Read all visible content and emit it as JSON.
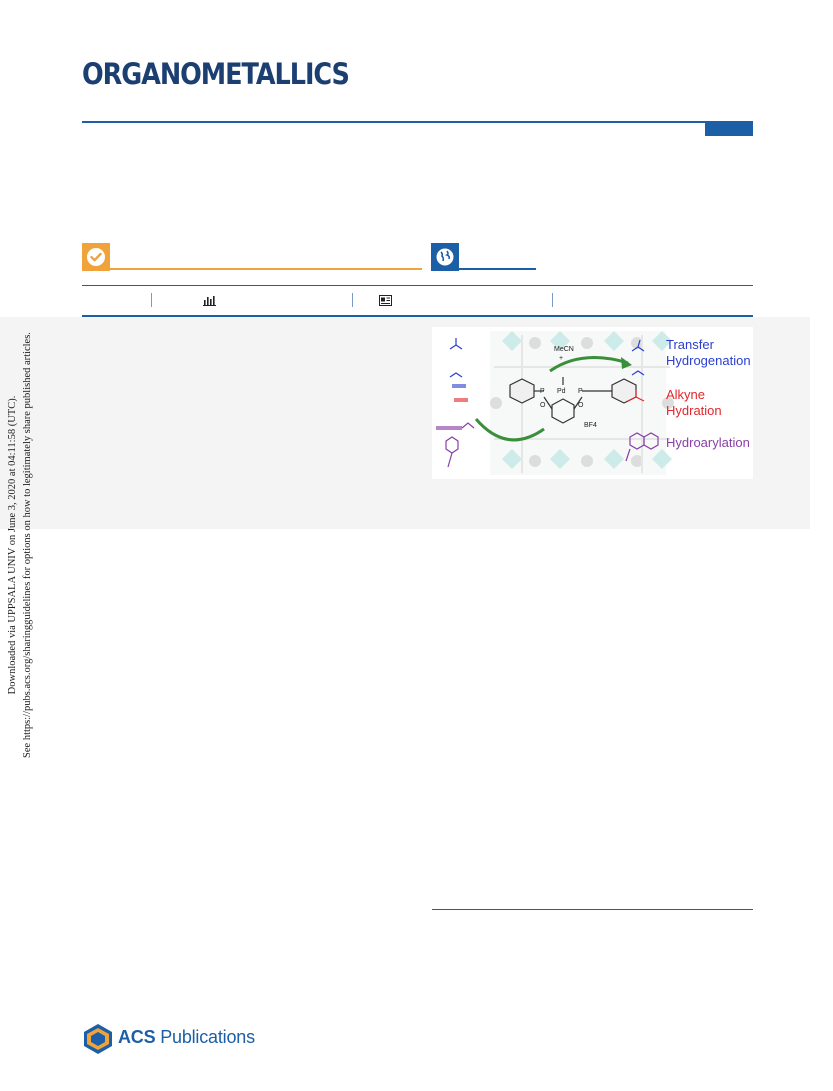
{
  "journal": {
    "title": "ORGANOMETALLICS"
  },
  "side_note": {
    "line1": "Downloaded via UPPSALA UNIV on June 3, 2020 at 04:11:58 (UTC).",
    "line2": "See https://pubs.acs.org/sharingguidelines for options on how to legitimately share published articles."
  },
  "toc_graphic": {
    "labels": {
      "transfer": "Transfer",
      "hydrogenation": "Hydrogenation",
      "alkyne": "Alkyne",
      "hydration": "Hydration",
      "hydroarylation": "Hydroarylation"
    },
    "complex_labels": {
      "mecn": "MeCN",
      "pd": "Pd",
      "plus": "+",
      "bf4": "BF4"
    }
  },
  "publisher": {
    "brand": "ACS",
    "name": " Publications"
  },
  "colors": {
    "journal_blue": "#1c5fa6",
    "citation_orange": "#f0a23b",
    "transfer_hydrogenation": "#2a3fcf",
    "alkyne_hydration": "#e3262b",
    "hydroarylation": "#8a3fa6",
    "arrow_green": "#3a8f3a"
  },
  "icons": [
    "check-circle-icon",
    "globe-icon",
    "bar-chart-icon",
    "article-icon",
    "acs-hexagon-logo-icon"
  ]
}
